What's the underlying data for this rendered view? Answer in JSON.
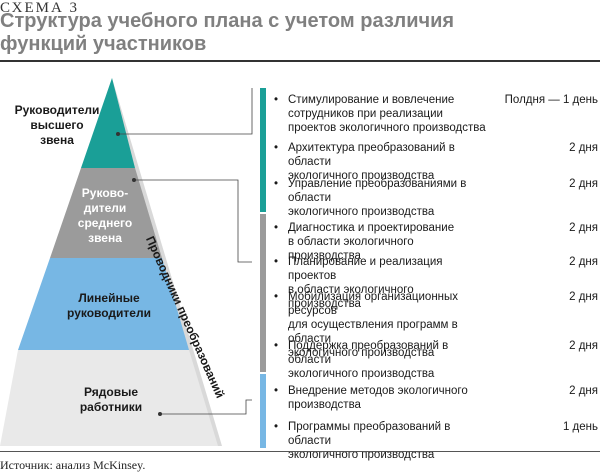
{
  "header": {
    "label": "СХЕМА 3",
    "title_lines": [
      "Структура учебного плана с учетом различия",
      "функций участников"
    ]
  },
  "pyramid": {
    "tiers": [
      {
        "lines": [
          "Руководители",
          "высшего",
          "звена"
        ],
        "color": "#1a9f97"
      },
      {
        "lines": [
          "Руково-",
          "дители",
          "среднего",
          "звена"
        ],
        "color": "#9b9b9b"
      },
      {
        "lines": [
          "Линейные",
          "руководители"
        ],
        "color": "#77b7e4"
      },
      {
        "lines": [
          "Рядовые",
          "работники"
        ],
        "color": "#e9e9e9"
      }
    ],
    "side_label": "Проводники преобразований"
  },
  "groups": [
    {
      "color": "#1a9f97",
      "items": [
        {
          "text_lines": [
            "Стимулирование и вовлечение",
            "сотрудников при реализации",
            "проектов экологичного производства"
          ],
          "duration": "Полдня — 1 день"
        },
        {
          "text_lines": [
            "Архитектура преобразований в области",
            "экологичного производства"
          ],
          "duration": "2 дня"
        },
        {
          "text_lines": [
            "Управление преобразованиями в области",
            "экологичного производства"
          ],
          "duration": "2 дня"
        }
      ]
    },
    {
      "color": "#9b9b9b",
      "items": [
        {
          "text_lines": [
            "Диагностика и проектирование",
            "в области экологичного производства"
          ],
          "duration": "2 дня"
        },
        {
          "text_lines": [
            "Планирование и реализация проектов",
            "в области экологичного производства"
          ],
          "duration": "2 дня"
        },
        {
          "text_lines": [
            "Мобилизация организационных ресурсов",
            "для осуществления программ в области",
            "экологичного производства"
          ],
          "duration": "2 дня"
        },
        {
          "text_lines": [
            "Поддержка преобразований в области",
            "экологичного производства"
          ],
          "duration": "2 дня"
        }
      ]
    },
    {
      "color": "#77b7e4",
      "items": [
        {
          "text_lines": [
            "Внедрение методов экологичного",
            "производства"
          ],
          "duration": "2 дня"
        },
        {
          "text_lines": [
            "Программы преобразований в области",
            "экологичного производства"
          ],
          "duration": "1 день"
        }
      ]
    }
  ],
  "bullet": "•",
  "source": "Источник: анализ McKinsey."
}
